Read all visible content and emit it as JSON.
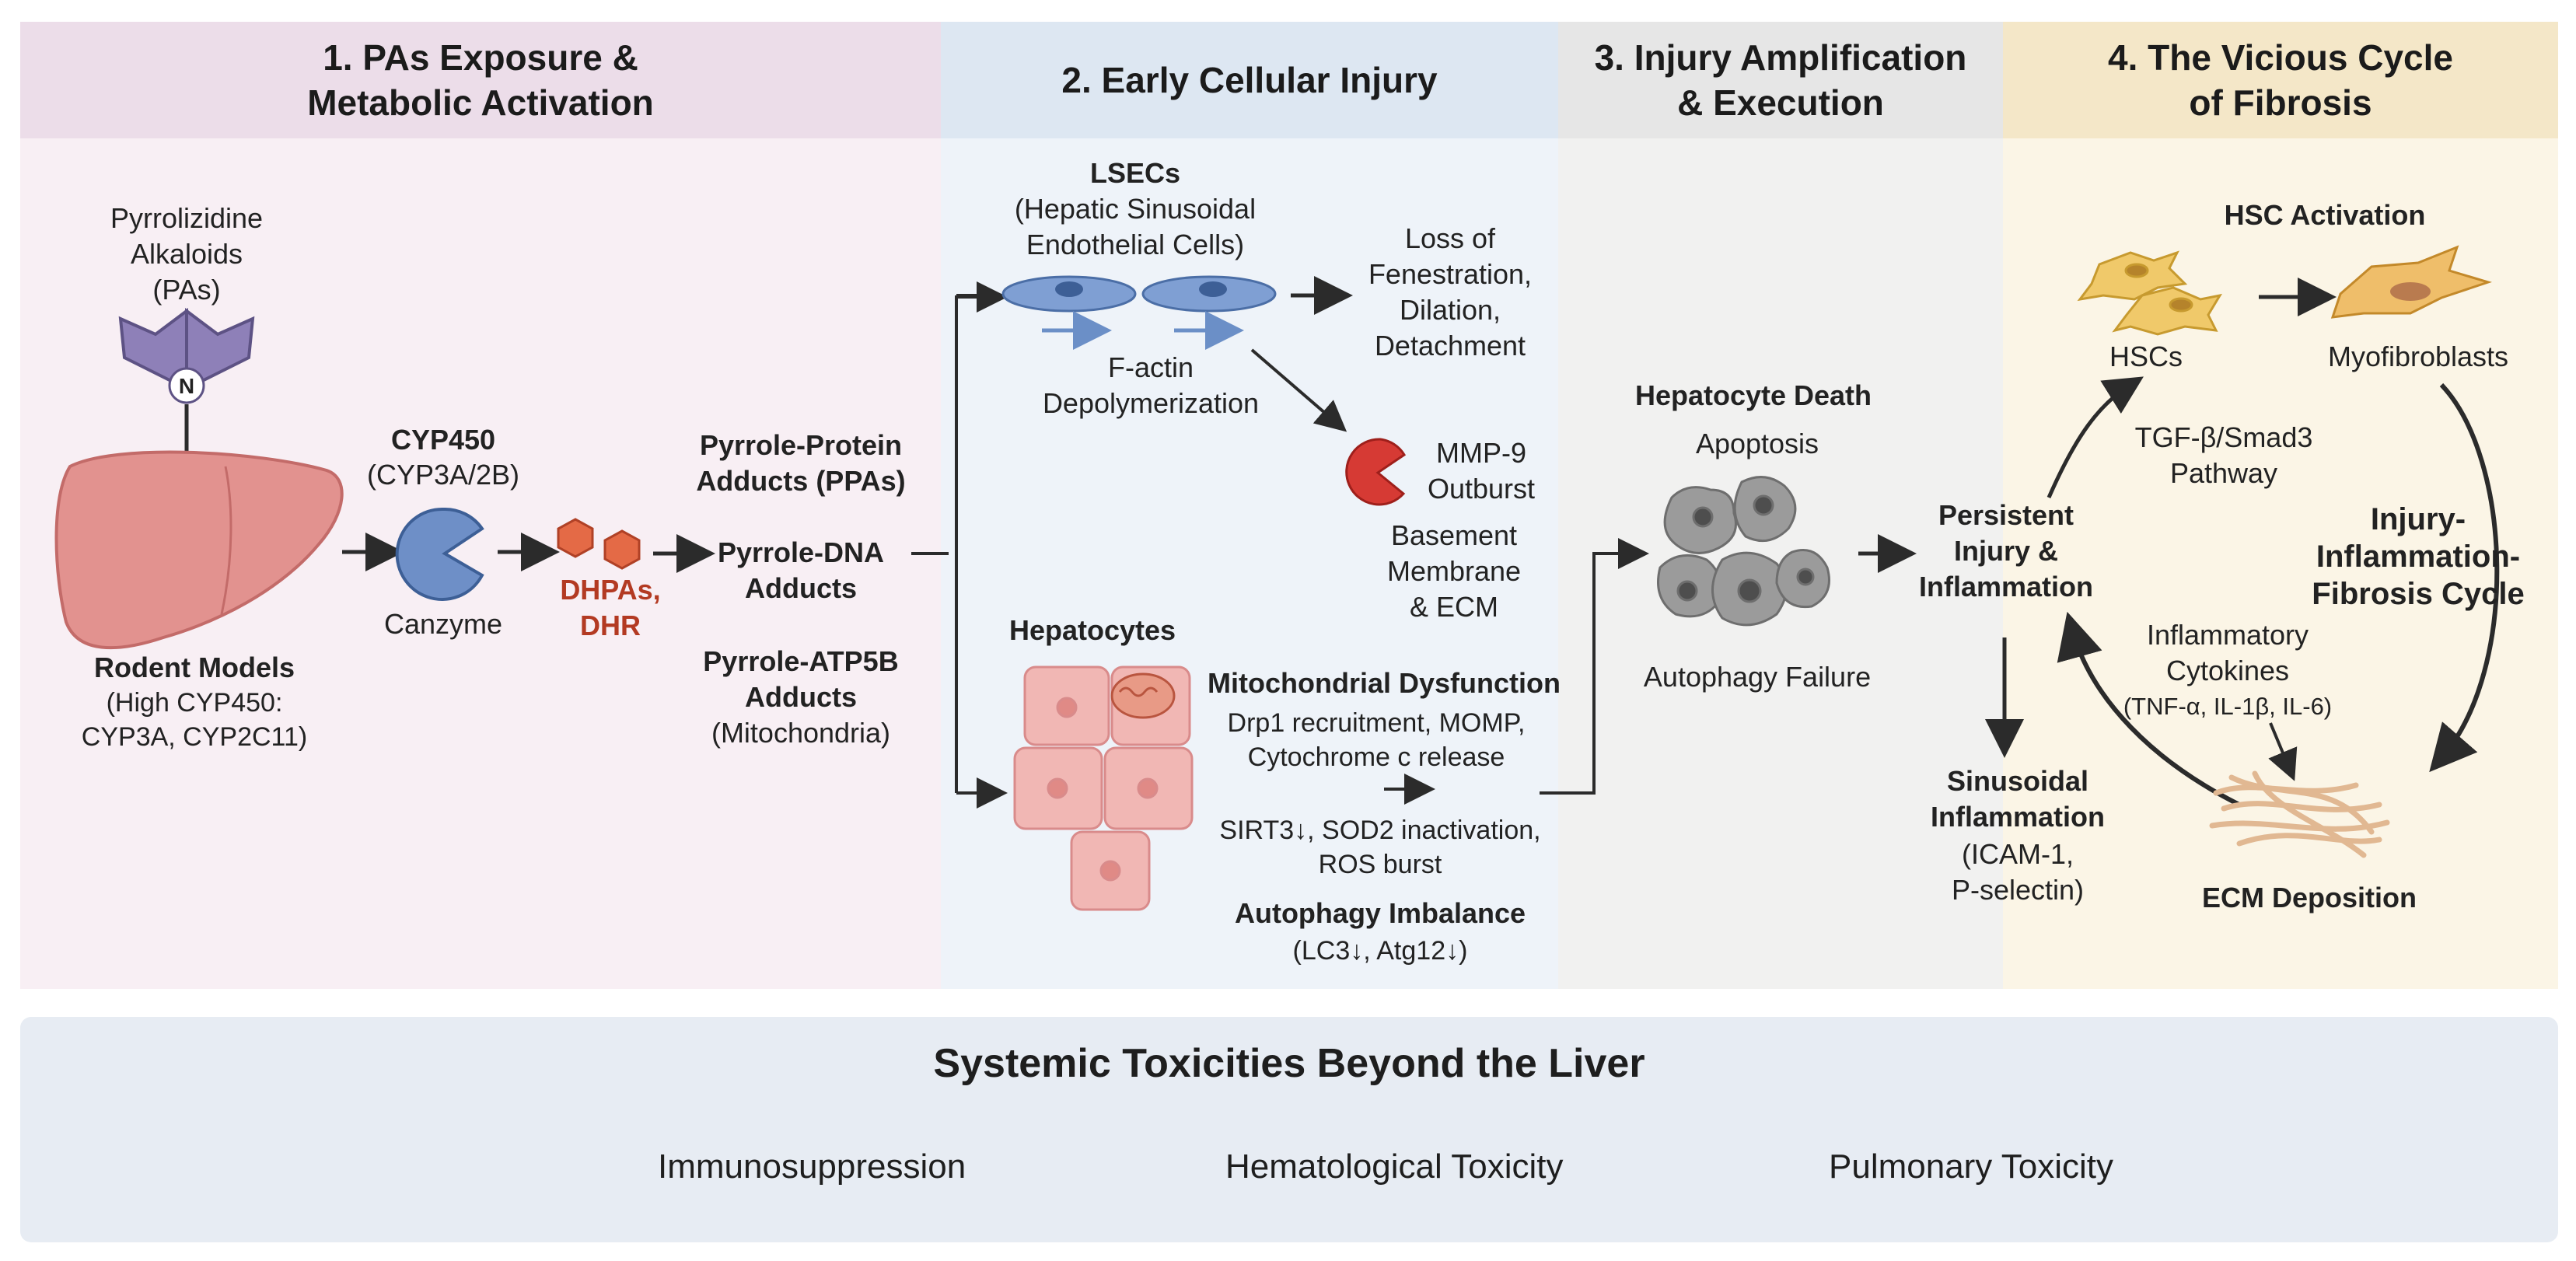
{
  "columns": [
    {
      "title": "1. PAs Exposure &\nMetabolic Activation",
      "bg": "#ecdde9"
    },
    {
      "title": "2. Early Cellular Injury",
      "bg": "#dde7f2"
    },
    {
      "title": "3. Injury Amplification\n& Execution",
      "bg": "#e6e6e6"
    },
    {
      "title": "4. The Vicious Cycle\nof Fibrosis",
      "bg": "#f4e7c8"
    }
  ],
  "col1": {
    "pas": "Pyrrolizidine\nAlkaloids\n(PAs)",
    "n_atom": "N",
    "cyp_title": "CYP450",
    "cyp_sub": "(CYP3A/2B)",
    "canzyme": "Canzyme",
    "dhpas": "DHPAs,\nDHR",
    "rodent_title": "Rodent Models",
    "rodent_sub": "(High CYP450:\nCYP3A, CYP2C11)",
    "ppa": "Pyrrole-Protein\nAdducts (PPAs)",
    "dna": "Pyrrole-DNA\nAdducts",
    "atp_title": "Pyrrole-ATP5B\nAdducts",
    "atp_sub": "(Mitochondria)"
  },
  "col2": {
    "lsec_title": "LSECs",
    "lsec_sub": "(Hepatic Sinusoidal\nEndothelial Cells)",
    "factin": "F-actin\nDepolymerization",
    "loss": "Loss of\nFenestration,\nDilation,\nDetachment",
    "mmp": "MMP-9\nOutburst",
    "basement": "Basement\nMembrane\n& ECM",
    "hep_title": "Hepatocytes",
    "mito_title": "Mitochondrial Dysfunction",
    "mito_sub": "Drp1 recruitment, MOMP,\nCytochrome c release",
    "sirt": "SIRT3↓, SOD2 inactivation,\nROS burst",
    "auto_title": "Autophagy Imbalance",
    "auto_sub": "(LC3↓, Atg12↓)"
  },
  "col3": {
    "death_title": "Hepatocyte Death",
    "apoptosis": "Apoptosis",
    "autophagy_fail": "Autophagy Failure"
  },
  "col4": {
    "hsc_title": "HSC Activation",
    "hscs": "HSCs",
    "myo": "Myofibroblasts",
    "persistent": "Persistent\nInjury &\nInflammation",
    "tgf": "TGF-β/Smad3\nPathway",
    "cycle": "Injury-\nInflammation-\nFibrosis Cycle",
    "cyto_title": "Inflammatory\nCytokines",
    "cyto_sub": "(TNF-α, IL-1β, IL-6)",
    "sinus_title": "Sinusoidal\nInflammation",
    "sinus_sub": "(ICAM-1,\nP-selectin)",
    "ecm": "ECM Deposition"
  },
  "bottom": {
    "title": "Systemic Toxicities Beyond the Liver",
    "items": [
      {
        "label": "Immunosuppression",
        "icon": "immune-cell-icon"
      },
      {
        "label": "Hematological Toxicity",
        "icon": "blood-cells-icon"
      },
      {
        "label": "Pulmonary Toxicity",
        "icon": "lungs-icon"
      }
    ]
  },
  "colors": {
    "arrow": "#2b2b2b",
    "accent_red": "#b33a22"
  }
}
